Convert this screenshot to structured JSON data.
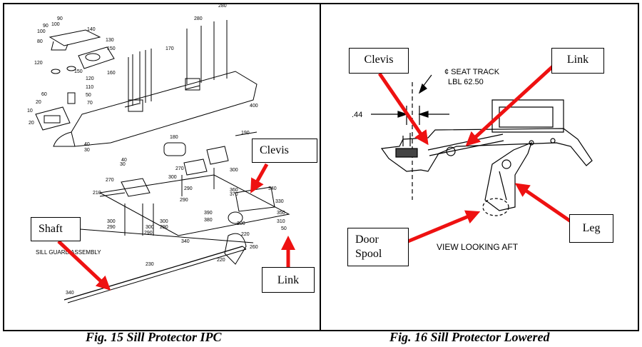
{
  "left_figure": {
    "caption": "Fig. 15  Sill Protector IPC",
    "assembly_label": "SILL GUARD ASSEMBLY",
    "callouts": {
      "shaft": "Shaft",
      "clevis": "Clevis",
      "link": "Link"
    },
    "part_numbers": [
      "90",
      "100",
      "90",
      "100",
      "80",
      "140",
      "130",
      "150",
      "120",
      "160",
      "150",
      "120",
      "110",
      "60",
      "50",
      "70",
      "20",
      "10",
      "20",
      "280",
      "170",
      "280",
      "400",
      "190",
      "180",
      "40",
      "30",
      "40",
      "30",
      "270",
      "300",
      "290",
      "270",
      "290",
      "300",
      "360",
      "370",
      "340",
      "330",
      "350",
      "310",
      "390",
      "380",
      "200",
      "220",
      "260",
      "210",
      "300",
      "290",
      "300",
      "290",
      "300",
      "290",
      "220",
      "340",
      "230",
      "340",
      "50"
    ]
  },
  "right_figure": {
    "caption": "Fig. 16 Sill Protector Lowered",
    "callouts": {
      "clevis": "Clevis",
      "link": "Link",
      "door_spool": "Door Spool",
      "leg": "Leg"
    },
    "seat_track_label": "¢ SEAT TRACK",
    "lbl_label": "LBL 62.50",
    "dimension": ".44",
    "view_label": "VIEW LOOKING AFT"
  },
  "colors": {
    "arrow": "#ee1111",
    "line": "#000000"
  }
}
